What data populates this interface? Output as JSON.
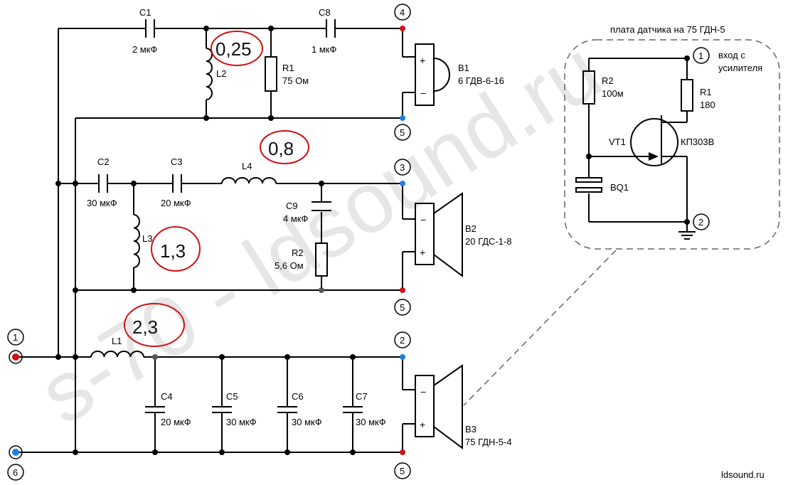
{
  "watermark": "s-70 - ldsound.ru",
  "site": "ldsound.ru",
  "components": {
    "c1": {
      "ref": "C1",
      "value": "2 мкФ"
    },
    "c8": {
      "ref": "C8",
      "value": "1 мкФ"
    },
    "l2": {
      "ref": "L2"
    },
    "r1": {
      "ref": "R1",
      "value": "75 Ом"
    },
    "c2": {
      "ref": "C2",
      "value": "30 мкФ"
    },
    "c3": {
      "ref": "C3",
      "value": "20 мкФ"
    },
    "l4": {
      "ref": "L4"
    },
    "c9": {
      "ref": "C9",
      "value": "4 мкФ"
    },
    "r2": {
      "ref": "R2",
      "value": "5,6 Ом"
    },
    "l3": {
      "ref": "L3"
    },
    "l1": {
      "ref": "L1"
    },
    "c4": {
      "ref": "C4",
      "value": "20 мкФ"
    },
    "c5": {
      "ref": "C5",
      "value": "30 мкФ"
    },
    "c6": {
      "ref": "C6",
      "value": "30 мкФ"
    },
    "c7": {
      "ref": "C7",
      "value": "30 мкФ"
    }
  },
  "speakers": {
    "b1": {
      "ref": "B1",
      "model": "6 ГДВ-6-16"
    },
    "b2": {
      "ref": "B2",
      "model": "20 ГДС-1-8"
    },
    "b3": {
      "ref": "B3",
      "model": "75 ГДН-5-4"
    }
  },
  "terminals": {
    "t4": "4",
    "t5a": "5",
    "t3": "3",
    "t5b": "5",
    "t2": "2",
    "t5c": "5",
    "t1": "1",
    "t6": "6"
  },
  "polarity": {
    "plus": "+",
    "minus": "−"
  },
  "annotations": {
    "l2": "0,25",
    "l4": "0,8",
    "l3": "1,3",
    "l1": "2,3"
  },
  "sensor_board": {
    "title": "плата датчика на 75 ГДН-5",
    "input_label_1": "вход с",
    "input_label_2": "усилителя",
    "terminal_1": "1",
    "terminal_2": "2",
    "r2": {
      "ref": "R2",
      "value": "100м"
    },
    "r1": {
      "ref": "R1",
      "value": "180"
    },
    "vt1": {
      "ref": "VT1",
      "model": "КП303В"
    },
    "bq1": {
      "ref": "BQ1"
    }
  }
}
